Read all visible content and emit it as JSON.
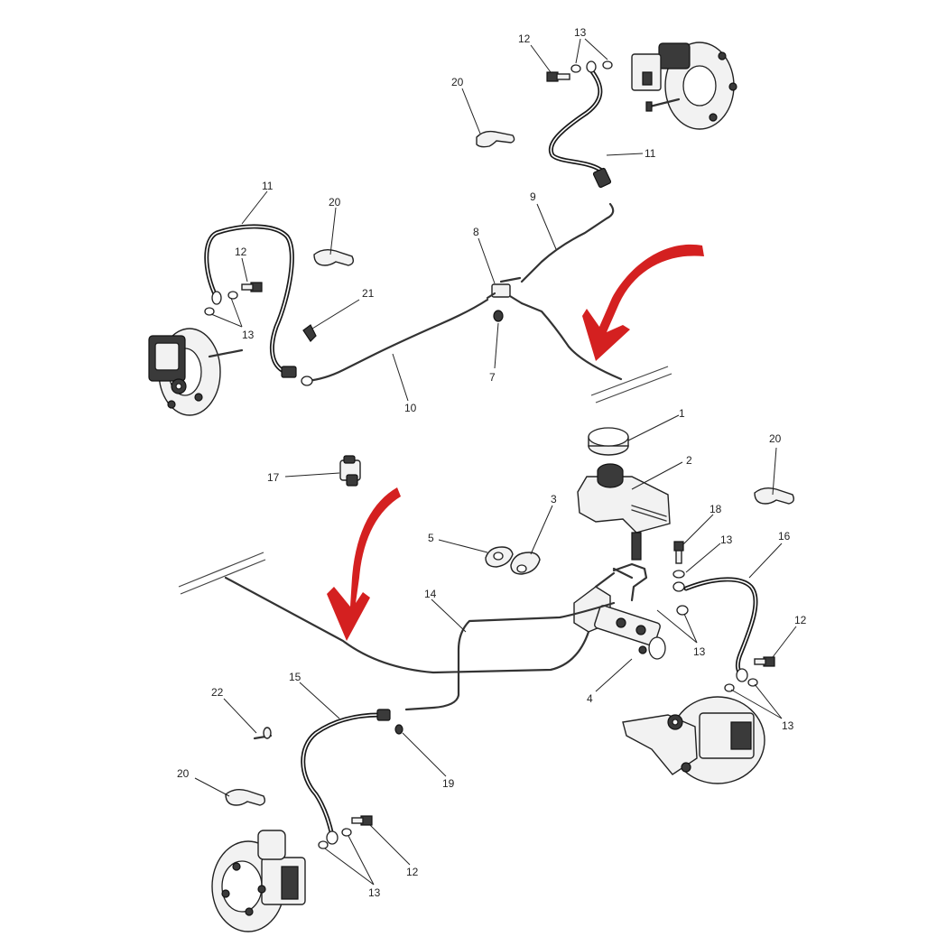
{
  "callouts": [
    {
      "id": "c-12-top",
      "text": "12"
    },
    {
      "id": "c-13-top",
      "text": "13"
    },
    {
      "id": "c-20-top",
      "text": "20"
    },
    {
      "id": "c-11-top",
      "text": "11"
    },
    {
      "id": "c-9",
      "text": "9"
    },
    {
      "id": "c-11-left",
      "text": "11"
    },
    {
      "id": "c-20-mid",
      "text": "20"
    },
    {
      "id": "c-8",
      "text": "8"
    },
    {
      "id": "c-12-left",
      "text": "12"
    },
    {
      "id": "c-21",
      "text": "21"
    },
    {
      "id": "c-13-left",
      "text": "13"
    },
    {
      "id": "c-7",
      "text": "7"
    },
    {
      "id": "c-10",
      "text": "10"
    },
    {
      "id": "c-1",
      "text": "1"
    },
    {
      "id": "c-20-right",
      "text": "20"
    },
    {
      "id": "c-17",
      "text": "17"
    },
    {
      "id": "c-2",
      "text": "2"
    },
    {
      "id": "c-3",
      "text": "3"
    },
    {
      "id": "c-18",
      "text": "18"
    },
    {
      "id": "c-5",
      "text": "5"
    },
    {
      "id": "c-13-mid1",
      "text": "13"
    },
    {
      "id": "c-16",
      "text": "16"
    },
    {
      "id": "c-14",
      "text": "14"
    },
    {
      "id": "c-12-right",
      "text": "12"
    },
    {
      "id": "c-13-mid2",
      "text": "13"
    },
    {
      "id": "c-4",
      "text": "4"
    },
    {
      "id": "c-22",
      "text": "22"
    },
    {
      "id": "c-15",
      "text": "15"
    },
    {
      "id": "c-13-right",
      "text": "13"
    },
    {
      "id": "c-19",
      "text": "19"
    },
    {
      "id": "c-20-bottom",
      "text": "20"
    },
    {
      "id": "c-12-bottom",
      "text": "12"
    },
    {
      "id": "c-13-bottom",
      "text": "13"
    }
  ],
  "highlight_color": "#d42020"
}
